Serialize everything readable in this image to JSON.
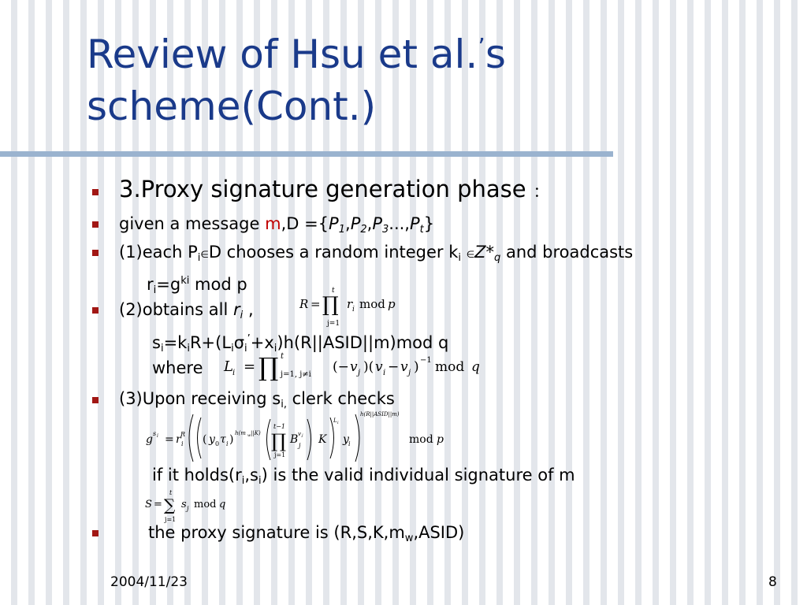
{
  "slide": {
    "title": "Review of Hsu et al.",
    "title_apostrophe": "’",
    "title_s": "s",
    "title_line2": "scheme(Cont.)",
    "date": "2004/11/23",
    "page_number": "8"
  },
  "b1": {
    "text": "3.Proxy signature generation phase",
    "colon": "："
  },
  "b2": {
    "pre": "given a message ",
    "m": "m",
    "mid": ",D ={",
    "P": "P",
    "s1": "1",
    "s2": "2",
    "s3": "3",
    "dots": "...,",
    "st": "t",
    "close": "}"
  },
  "b3": {
    "pre": "(1)each P",
    "i": "i",
    "in": "∈",
    "mid": "D chooses a random integer k",
    "in2": "∈",
    "Z": "Z*",
    "q": "q",
    "post": " and broadcasts"
  },
  "b3b": {
    "r": "r",
    "i": "i",
    "eq": "=g",
    "ki": "ki",
    "post": " mod p"
  },
  "b4": {
    "pre": "(2)obtains all ",
    "r": "r",
    "i": "i",
    "post": " ,"
  },
  "s_line": {
    "s": "s",
    "i": "i",
    "eq": "=k",
    "R": "R+(L",
    "sigma": "σ",
    "apos": "’",
    "x": "+x",
    "post": ")h(R||ASID||m)mod q"
  },
  "where_line": {
    "where": "where"
  },
  "b5": {
    "pre": "(3)Upon receiving s",
    "i": "i,",
    "post": " clerk checks"
  },
  "holds_line": {
    "pre": "if it holds(r",
    "i": "i",
    "mid": ",s",
    "post": ") is the valid individual signature of m"
  },
  "b6": {
    "pre": "the proxy signature is (R,S,K,m",
    "w": "w",
    "post": ",ASID)"
  },
  "eq1": {
    "lhs": "R",
    "eq": "=",
    "prod": "∏",
    "top": "t",
    "bottom": "j=1",
    "r": "r",
    "sub": "i",
    "mod": "mod",
    "p": "p"
  },
  "eq2": {
    "L": "L",
    "sub": "i",
    "eq": "=",
    "prod": "∏",
    "top": "t",
    "bottom": "j=1, j≠i",
    "body1": "(−",
    "v": "v",
    "j": "j",
    "body2": ")(",
    "minus": " − ",
    "body3": ")",
    "exp": "−1",
    "mod": "mod",
    "q": "q"
  },
  "eq3": {
    "g": "g",
    "si": "s",
    "i": "i",
    "eq": "=",
    "r": "r",
    "R": "R",
    "lp": "(",
    "y0": "y",
    "zero": "0",
    "tau": "τ",
    "rp": ")",
    "hexp": "h(m",
    "w": "w",
    "hexp2": "||K)",
    "prod": "∏",
    "top": "t−1",
    "bottom": "j=1",
    "B": "B",
    "vexp": "v",
    "j": "j",
    "K": "K",
    "yi": "y",
    "Li": "L",
    "outer": "h(R||ASID||m)",
    "mod": "mod",
    "p": "p"
  },
  "eq4": {
    "S": "S",
    "eq": "=",
    "sum": "∑",
    "top": "t",
    "bottom": "j=1",
    "s": "s",
    "j": "j",
    "mod": "mod",
    "q": "q"
  }
}
